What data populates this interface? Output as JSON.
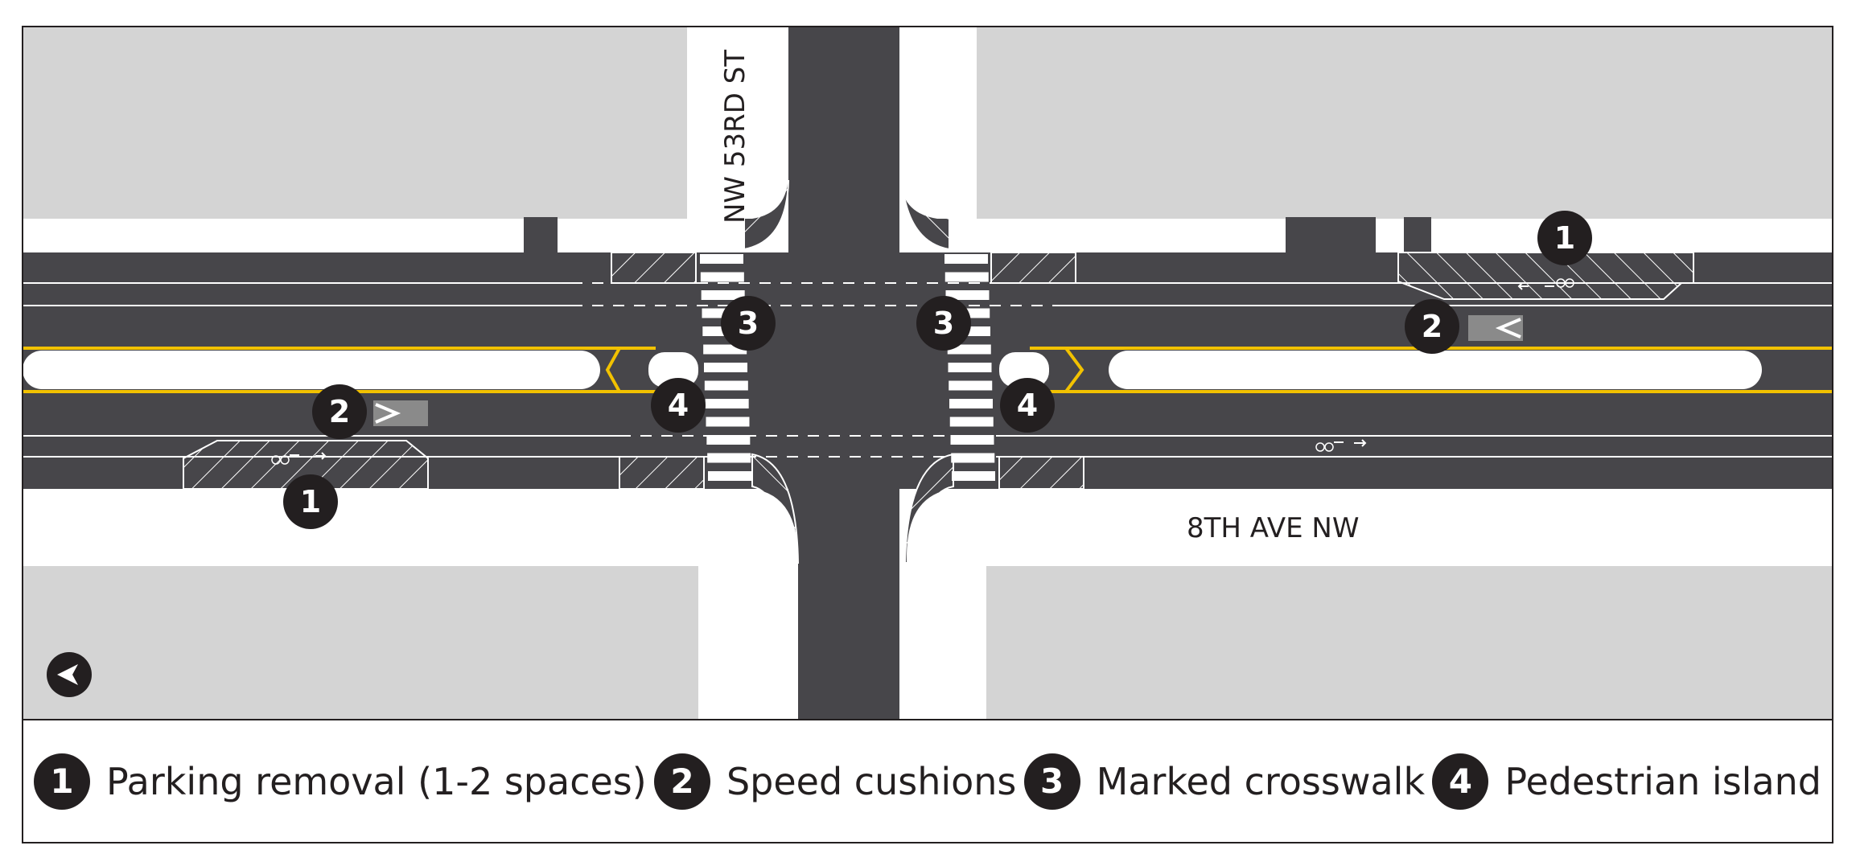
{
  "streets": {
    "cross_street": "NW 53RD ST",
    "main_street": "8TH AVE NW"
  },
  "markers": {
    "parking_removal": "1",
    "speed_cushions": "2",
    "marked_crosswalk": "3",
    "pedestrian_island": "4"
  },
  "legend": [
    {
      "number": "1",
      "label": "Parking removal (1-2 spaces)"
    },
    {
      "number": "2",
      "label": "Speed cushions"
    },
    {
      "number": "3",
      "label": "Marked crosswalk"
    },
    {
      "number": "4",
      "label": "Pedestrian island"
    }
  ],
  "north_arrow": {
    "icon": "north-arrow-icon"
  },
  "colors": {
    "asphalt": "#47464a",
    "block": "#d4d4d4",
    "sidewalk": "#ffffff",
    "center_line": "#f2c200",
    "badge": "#231f20",
    "cushion": "#8a8a8a"
  }
}
